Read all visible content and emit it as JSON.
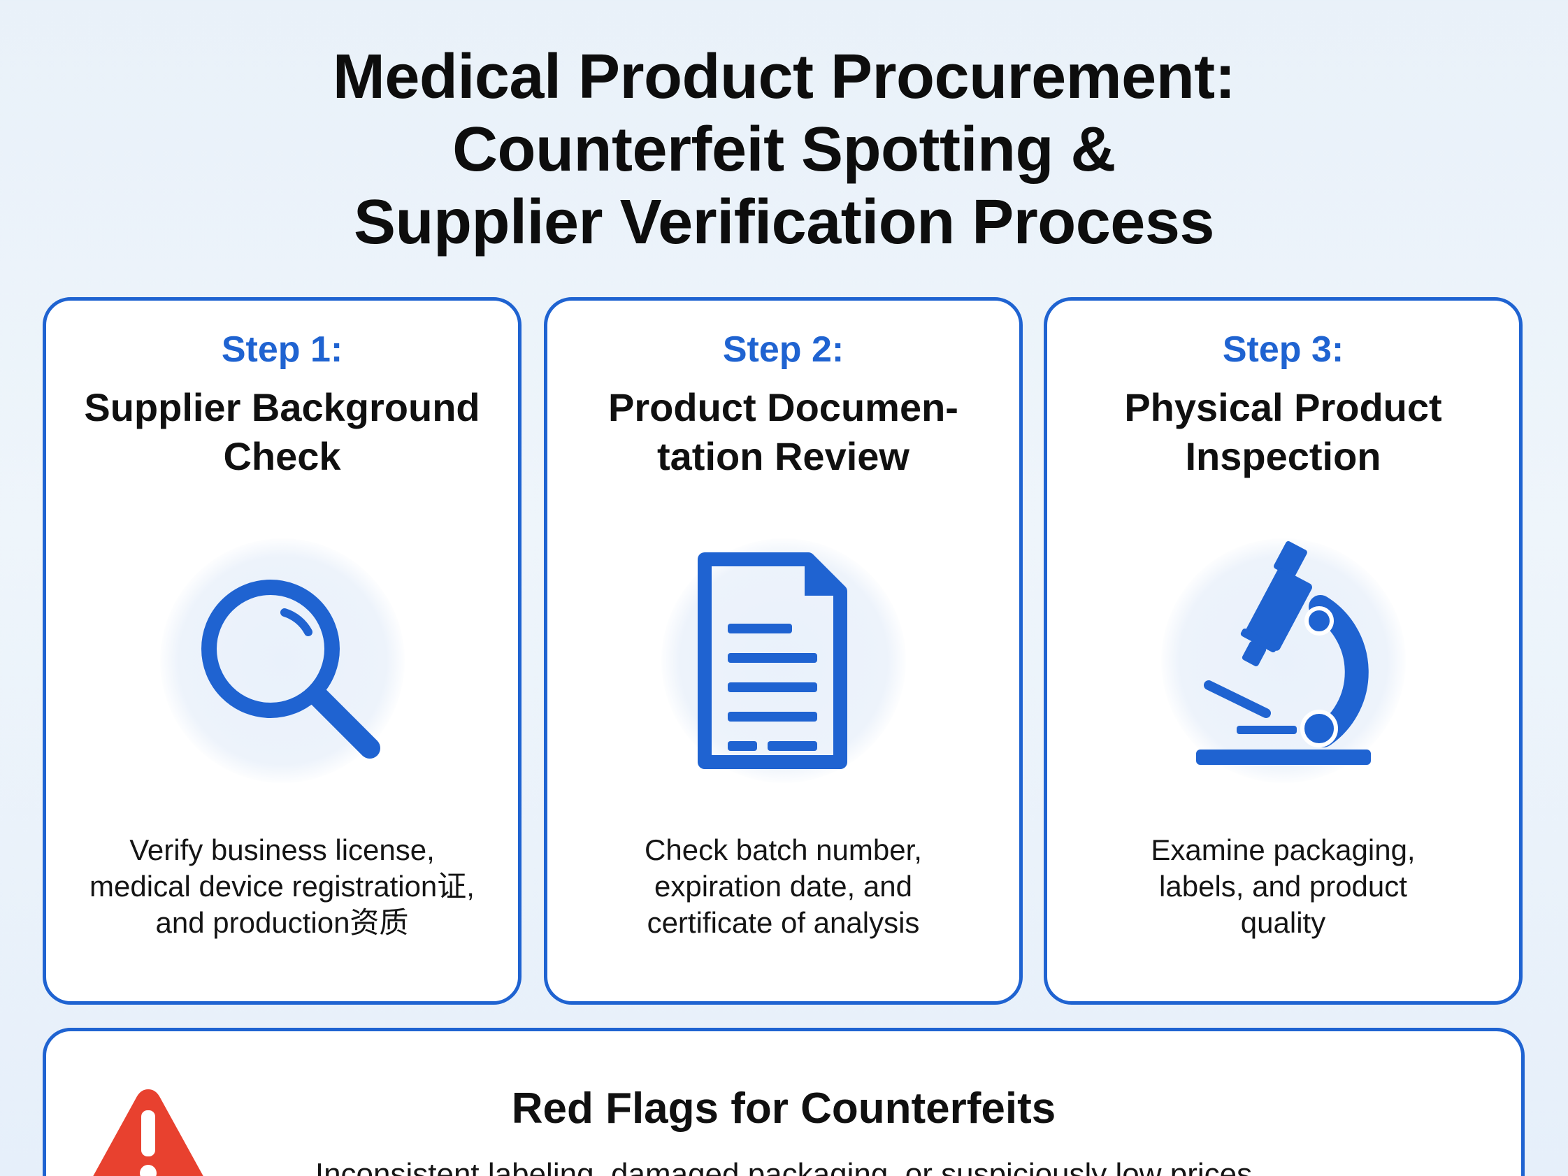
{
  "title": {
    "line1": "Medical Product Procurement:",
    "line2": "Counterfeit Spotting &",
    "line3": "Supplier Verification Process"
  },
  "steps": [
    {
      "label": "Step 1:",
      "title_lines": [
        "Supplier Background",
        "Check"
      ],
      "icon": "magnifying-glass-icon",
      "desc_lines": [
        "Verify business license,",
        "medical device registration证,",
        "and production资质"
      ]
    },
    {
      "label": "Step 2:",
      "title_lines": [
        "Product Documen-",
        "tation Review"
      ],
      "icon": "document-icon",
      "desc_lines": [
        "Check batch number,",
        "expiration date, and",
        "certificate of analysis"
      ]
    },
    {
      "label": "Step 3:",
      "title_lines": [
        "Physical Product",
        "Inspection"
      ],
      "icon": "microscope-icon",
      "desc_lines": [
        "Examine packaging,",
        "labels, and product",
        "quality"
      ]
    }
  ],
  "red_flags": {
    "icon": "warning-triangle-icon",
    "title": "Red Flags for Counterfeits",
    "desc": "Inconsistent labeling, damaged packaging, or suspiciously low prices"
  },
  "colors": {
    "accent_blue": "#1f63d1",
    "warning_red": "#e8412f",
    "text_dark": "#101010"
  }
}
